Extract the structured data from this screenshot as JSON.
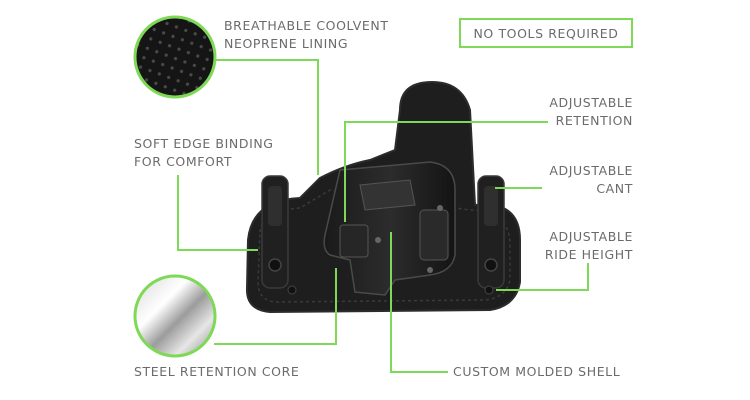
{
  "badge": "NO TOOLS REQUIRED",
  "features": {
    "lining": {
      "line1": "BREATHABLE COOLVENT",
      "line2": "NEOPRENE LINING"
    },
    "edge": {
      "line1": "SOFT EDGE BINDING",
      "line2": "FOR COMFORT"
    },
    "core": "STEEL RETENTION CORE",
    "retention": {
      "line1": "ADJUSTABLE",
      "line2": "RETENTION"
    },
    "cant": {
      "line1": "ADJUSTABLE",
      "line2": "CANT"
    },
    "ride": {
      "line1": "ADJUSTABLE",
      "line2": "RIDE HEIGHT"
    },
    "shell": "CUSTOM MOLDED SHELL"
  },
  "colors": {
    "accent": "#7ed957",
    "text": "#6b6b6b",
    "product": "#1c1c1c"
  }
}
